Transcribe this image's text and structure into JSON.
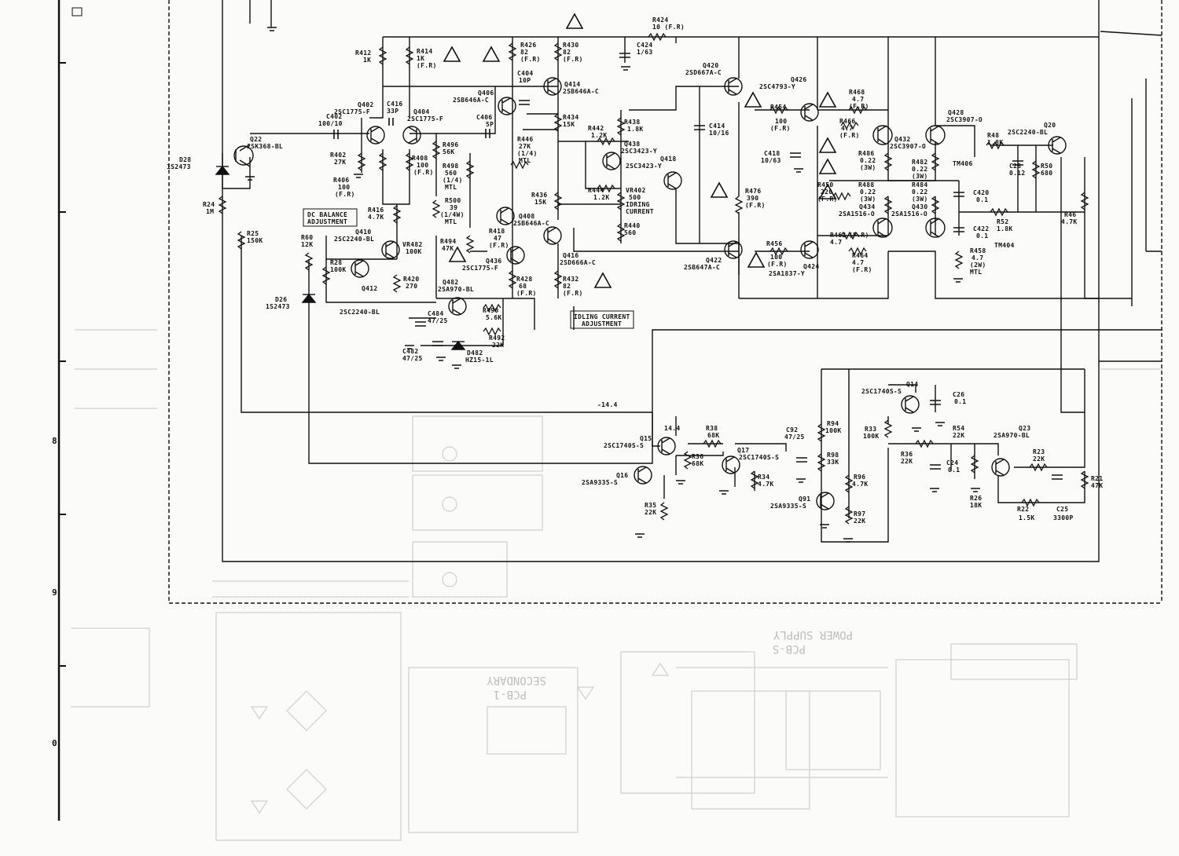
{
  "title": "",
  "colors": {
    "ink": "#111111",
    "ghost": "#c4c4c4",
    "paper": "#fbfbfa"
  },
  "boxes": {
    "dc_balance": [
      "DC BALANCE",
      "ADJUSTMENT"
    ],
    "idling": [
      "IDLING CURRENT",
      "ADJUSTMENT"
    ]
  },
  "nets": {
    "neg": "-14.4",
    "pos": "14.4"
  },
  "edge_marks": {
    "a": "8",
    "b": "9",
    "c": "0"
  },
  "ghost_text": {
    "power_supply": "POWER SUPPLY",
    "pcb_s": "PCB-S",
    "secondary": "SECONDARY",
    "pcb_1": "PCB-1"
  },
  "labels": {
    "r424": [
      "R424",
      "10 (F.R)"
    ],
    "c424": [
      "C424",
      "1/63"
    ],
    "r412": [
      "R412",
      "1K"
    ],
    "r414": [
      "R414",
      "1K",
      "(F.R)"
    ],
    "r426": [
      "R426",
      "82",
      "(F.R)"
    ],
    "r430": [
      "R430",
      "82",
      "(F.R)"
    ],
    "c404": [
      "C404",
      "10P"
    ],
    "q414": [
      "Q414",
      "2SB646A-C"
    ],
    "q406": [
      "Q406",
      "2SB646A-C"
    ],
    "q402": [
      "Q402",
      "2SC1775-F"
    ],
    "c416": [
      "C416",
      "33P"
    ],
    "q404": [
      "Q404",
      "2SC1775-F"
    ],
    "c406": [
      "C406",
      "5P"
    ],
    "c402": [
      "C402",
      "100/10"
    ],
    "q22": [
      "Q22",
      "2SK368-BL"
    ],
    "d28": [
      "D28",
      "1S2473"
    ],
    "r402": [
      "R402",
      "27K"
    ],
    "r406": [
      "R406",
      "100",
      "(F.R)"
    ],
    "r408": [
      "R408",
      "100",
      "(F.R)"
    ],
    "r496": [
      "R496",
      "56K"
    ],
    "r446": [
      "R446",
      "27K",
      "(1/4)",
      "MTL"
    ],
    "r498": [
      "R498",
      "560",
      "(1/4)",
      "MTL"
    ],
    "r434": [
      "R434",
      "15K"
    ],
    "r24": [
      "R24",
      "1M"
    ],
    "r416": [
      "R416",
      "4.7K"
    ],
    "r500": [
      "R500",
      "39",
      "(1/4W)",
      "MTL"
    ],
    "r25": [
      "R25",
      "150K"
    ],
    "r60": [
      "R60",
      "12K"
    ],
    "q410": [
      "Q410",
      "2SC2240-BL"
    ],
    "vr482": [
      "VR482",
      "100K"
    ],
    "r494": [
      "R494",
      "47K"
    ],
    "r418": [
      "R418",
      "47",
      "(F.R)"
    ],
    "q408": [
      "Q408",
      "2SB646A-C"
    ],
    "r436": [
      "R436",
      "15K"
    ],
    "r28": [
      "R28",
      "100K"
    ],
    "q412": [
      "Q412"
    ],
    "d26": [
      "D26",
      "1S2473"
    ],
    "q436": [
      "Q436",
      "2SC1775-F"
    ],
    "r420": [
      "R420",
      "270"
    ],
    "q482": [
      "Q482",
      "2SA970-BL"
    ],
    "r428": [
      "R428",
      "68",
      "(F.R)"
    ],
    "q416": [
      "Q416",
      "2SD666A-C"
    ],
    "r432": [
      "R432",
      "82",
      "(F.R)"
    ],
    "q412b": [
      "2SC2240-BL"
    ],
    "c484": [
      "C484",
      "47/25"
    ],
    "r490": [
      "R490",
      "5.6K"
    ],
    "r492": [
      "R492",
      "22K"
    ],
    "c482": [
      "C482",
      "47/25"
    ],
    "d482": [
      "D482",
      "HZ15-1L"
    ],
    "r442": [
      "R442",
      "1.2K"
    ],
    "r438": [
      "R438",
      "1.8K"
    ],
    "q438": [
      "Q438",
      "2SC3423-Y"
    ],
    "q418": [
      "Q418",
      "2SC3423-Y"
    ],
    "r444": [
      "R444",
      "1.2K"
    ],
    "vr402": [
      "VR402",
      "500",
      "IDRING",
      "CURRENT"
    ],
    "r440": [
      "R440",
      "560"
    ],
    "q420": [
      "Q420",
      "2SD667A-C"
    ],
    "c414": [
      "C414",
      "10/16"
    ],
    "q426": [
      "Q426",
      "2SC4793-Y"
    ],
    "r454": [
      "R454",
      "100",
      "(F.R)"
    ],
    "c418": [
      "C418",
      "10/63"
    ],
    "r476": [
      "R476",
      "390",
      "(F.R)"
    ],
    "q422": [
      "Q422",
      "2SB647A-C"
    ],
    "r456": [
      "R456",
      "100",
      "(F.R)"
    ],
    "q424": [
      "Q424",
      "2SA1837-Y"
    ],
    "r468": [
      "R468",
      "4.7",
      "(F.R)"
    ],
    "r466": [
      "R466",
      "4.7",
      "(F.R)"
    ],
    "q428": [
      "Q428",
      "2SC3907-O"
    ],
    "q432": [
      "Q432",
      "2SC3907-O"
    ],
    "r486": [
      "R486",
      "0.22",
      "(3W)"
    ],
    "r482": [
      "R482",
      "0.22",
      "(3W)"
    ],
    "tm406": [
      "TM406"
    ],
    "r450": [
      "R450",
      "220",
      "(F.R)"
    ],
    "r488": [
      "R488",
      "0.22",
      "(3W)"
    ],
    "r484": [
      "R484",
      "0.22",
      "(3W)"
    ],
    "q434": [
      "Q434",
      "2SA1516-O"
    ],
    "q430": [
      "Q430",
      "2SA1516-O"
    ],
    "r462": [
      "R462",
      "4.7",
      "(F.R)"
    ],
    "r464": [
      "R464",
      "4.7",
      "(F.R)"
    ],
    "c420": [
      "C420",
      "0.1"
    ],
    "c422": [
      "C422",
      "0.1"
    ],
    "tm404": [
      "TM404"
    ],
    "r458": [
      "R458",
      "4.7",
      "(2W)",
      "MTL"
    ],
    "r48": [
      "R48",
      "1.8K"
    ],
    "c28": [
      "C28",
      "0.12"
    ],
    "r50": [
      "R50",
      "680"
    ],
    "q20": [
      "Q20",
      "2SC2240-BL"
    ],
    "r52": [
      "R52",
      "1.8K"
    ],
    "r46": [
      "R46",
      "4.7K"
    ],
    "q15": [
      "Q15",
      "2SC1740S-S"
    ],
    "q16": [
      "Q16",
      "2SA9335-S"
    ],
    "r35": [
      "R35",
      "22K"
    ],
    "r38": [
      "R38",
      "68K"
    ],
    "r36": [
      "R36",
      "68K"
    ],
    "q17": [
      "Q17",
      "2SC1740S-S"
    ],
    "r34": [
      "R34",
      "4.7K"
    ],
    "c92": [
      "C92",
      "47/25"
    ],
    "r94": [
      "R94",
      "100K"
    ],
    "r98": [
      "R98",
      "33K"
    ],
    "r96": [
      "R96",
      "4.7K"
    ],
    "q91": [
      "Q91",
      "2SA9335-S"
    ],
    "r97": [
      "R97",
      "22K"
    ],
    "q14": [
      "Q14",
      "2SC1740S-S"
    ],
    "c26": [
      "C26",
      "0.1"
    ],
    "r33": [
      "R33",
      "100K"
    ],
    "r36b": [
      "R36",
      "22K"
    ],
    "c24": [
      "C24",
      "0.1"
    ],
    "r54": [
      "R54",
      "22K"
    ],
    "r26": [
      "R26",
      "18K"
    ],
    "q23": [
      "Q23",
      "2SA970-BL"
    ],
    "r23": [
      "R23",
      "22K"
    ],
    "r22": [
      "R22",
      "1.5K"
    ],
    "c25": [
      "C25",
      "3300P"
    ],
    "r21": [
      "R21",
      "47K"
    ]
  }
}
